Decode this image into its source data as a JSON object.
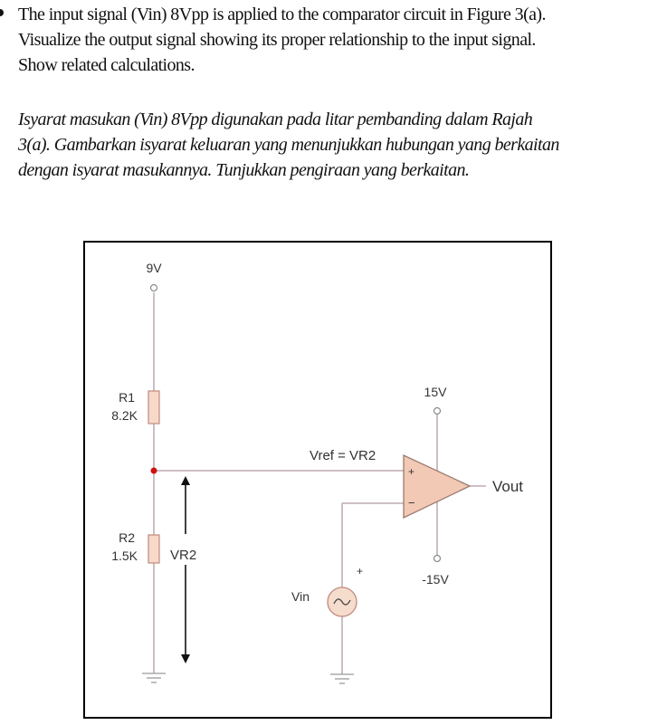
{
  "question": {
    "english": [
      "The input signal (Vin) 8Vpp is applied to the comparator circuit in Figure 3(a).",
      "Visualize the output signal showing its proper relationship to the input signal.",
      "Show related calculations."
    ],
    "malay": [
      "Isyarat masukan (Vin) 8Vpp digunakan pada litar pembanding dalam Rajah",
      "3(a). Gambarkan isyarat keluaran yang menunjukkan hubungan yang berkaitan",
      "dengan isyarat masukannya. Tunjukkan pengiraan yang berkaitan."
    ]
  },
  "circuit": {
    "supply_top": "9V",
    "r1_name": "R1",
    "r1_value": "8.2K",
    "r2_name": "R2",
    "r2_value": "1.5K",
    "vr2_label": "VR2",
    "vref_label": "Vref = VR2",
    "opamp_plus": "+",
    "opamp_minus": "−",
    "pos_supply": "15V",
    "neg_supply": "-15V",
    "output_label": "Vout",
    "source_label": "Vin",
    "source_plus": "+"
  },
  "colors": {
    "wire": "#b09aa0",
    "resistor_fill": "#f7d9c8",
    "resistor_stroke": "#c08a80",
    "opamp_fill": "#f2c9b4",
    "opamp_stroke": "#9a7a70",
    "node": "#d01010",
    "source_fill": "#f6dccd"
  }
}
